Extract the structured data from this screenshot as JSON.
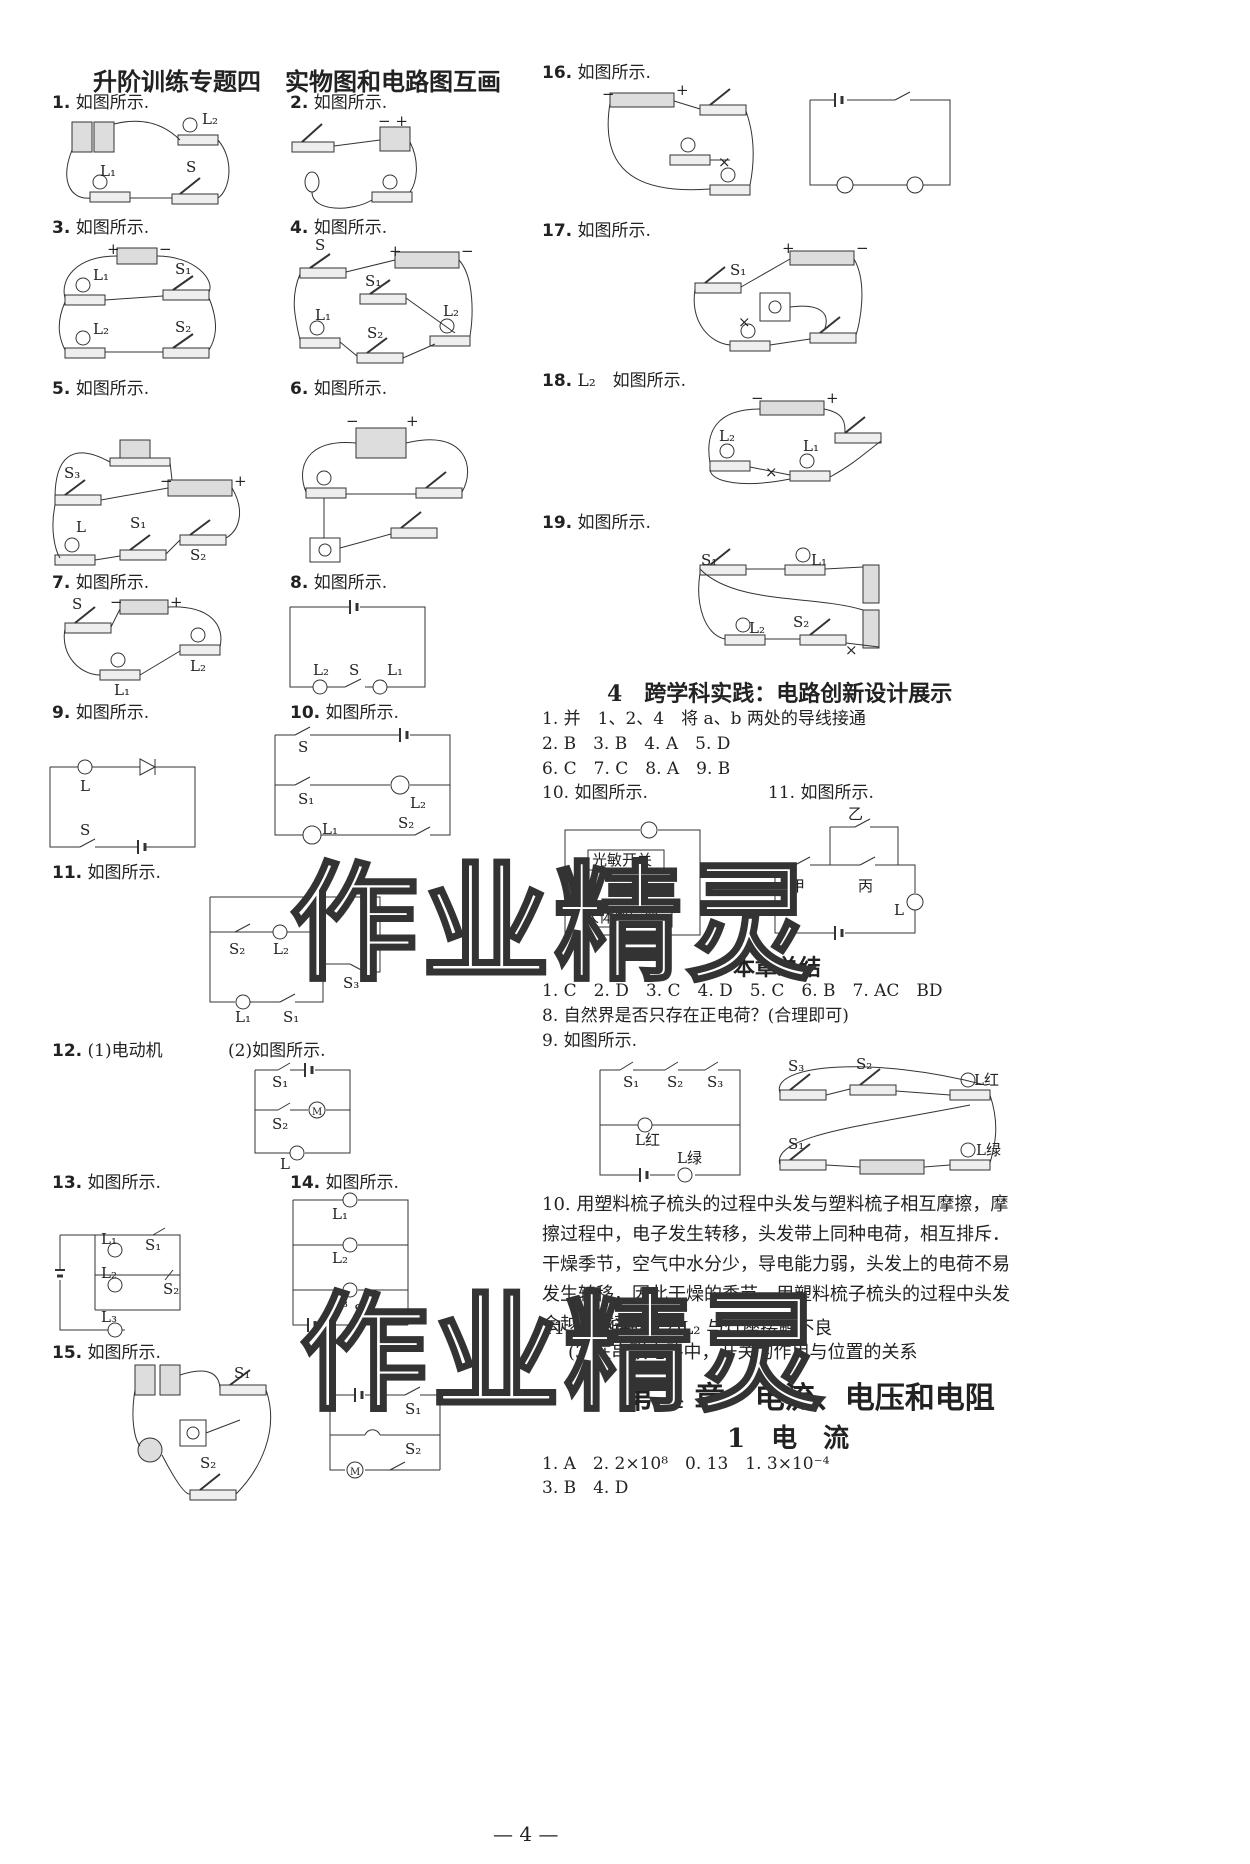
{
  "left": {
    "title": "升阶训练专题四　实物图和电路图互画",
    "items": [
      {
        "n": "1.",
        "t": "如图所示."
      },
      {
        "n": "2.",
        "t": "如图所示."
      },
      {
        "n": "3.",
        "t": "如图所示."
      },
      {
        "n": "4.",
        "t": "如图所示."
      },
      {
        "n": "5.",
        "t": "如图所示."
      },
      {
        "n": "6.",
        "t": "如图所示."
      },
      {
        "n": "7.",
        "t": "如图所示."
      },
      {
        "n": "8.",
        "t": "如图所示."
      },
      {
        "n": "9.",
        "t": "如图所示."
      },
      {
        "n": "10.",
        "t": "如图所示."
      },
      {
        "n": "11.",
        "t": "如图所示."
      },
      {
        "n": "12.",
        "t": "(1)电动机"
      },
      {
        "n": "12b",
        "t": "(2)如图所示."
      },
      {
        "n": "13.",
        "t": "如图所示."
      },
      {
        "n": "14.",
        "t": "如图所示."
      },
      {
        "n": "15.",
        "t": "如图所示."
      }
    ]
  },
  "right": {
    "items": [
      {
        "n": "16.",
        "t": "如图所示."
      },
      {
        "n": "17.",
        "t": "如图所示."
      },
      {
        "n": "18.",
        "t": "L₂　如图所示."
      },
      {
        "n": "19.",
        "t": "如图所示."
      }
    ],
    "section4_title": "4　跨学科实践：电路创新设计展示",
    "s4_lines": [
      "1. 并　1、2、4　将 a、b 两处的导线接通",
      "2. B　3. B　4. A　5. D",
      "6. C　7. C　8. A　9. B"
    ],
    "s4_10": "10. 如图所示.",
    "s4_11": "11. 如图所示.",
    "s4_fig10": {
      "sensor1": "光敏开关",
      "sensor2": "人体感应器"
    },
    "s4_fig11": {
      "a": "甲",
      "b": "乙",
      "c": "丙",
      "l": "L"
    },
    "summary_title": "本章总结",
    "sum_lines": [
      "1. C　2. D　3. C　4. D　5. C　6. B　7. AC　BD",
      "8. 自然界是否只存在正电荷？(合理即可)",
      "9. 如图所示."
    ],
    "sum10": "10. 用塑料梳子梳头的过程中头发与塑料梳子相互摩擦，摩擦过程中，电子发生转移，头发带上同种电荷，相互排斥．干燥季节，空气中水分少，导电能力弱，头发上的电荷不易发生转移，因此干燥的季节，用塑料梳子梳头的过程中头发会越梳越蓬松.",
    "sum11a": "11. (1)断开　(2)L₂ 与灯座接触不良",
    "sum11b": "(3)在串联电路中，开关的作用与位置的关系",
    "chapter_title": "第 4 章　电流、电压和电阻",
    "lesson_title": "1　电　流",
    "ch_lines": [
      "1. A　2. 2×10⁸　0. 13　1. 3×10⁻⁴",
      "3. B　4. D"
    ]
  },
  "labels": {
    "L": "L",
    "L1": "L₁",
    "L2": "L₂",
    "L3": "L₃",
    "S": "S",
    "S1": "S₁",
    "S2": "S₂",
    "S3": "S₃",
    "M": "M",
    "Lhong": "L红",
    "Llv": "L绿"
  },
  "watermark": "作业精灵",
  "page_number": "— 4 —"
}
